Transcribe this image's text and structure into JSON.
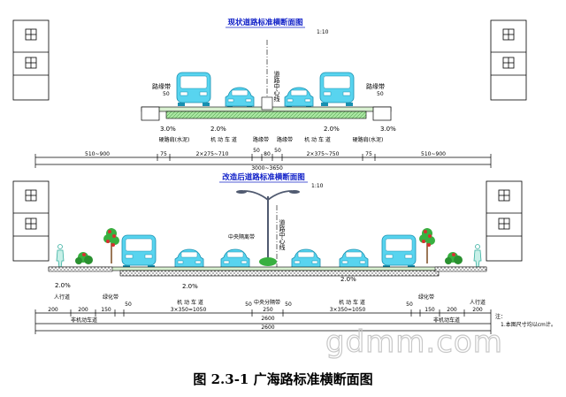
{
  "existing": {
    "title": "现状道路标准横断面图",
    "scale": "1:10",
    "center_label": "道路中心线",
    "curb_left": "路缘带",
    "curb_right": "路缘带",
    "curb_left_dim": "50",
    "curb_right_dim": "50",
    "slopes": [
      "3.0%",
      "2.0%",
      "2.0%",
      "3.0%"
    ],
    "lane_labels": [
      "硬路肩(水泥)",
      "机 动 车 道",
      "路缘带",
      "路缘带",
      "机 动 车 道",
      "硬路肩(水泥)"
    ],
    "dims": [
      "510~900",
      "75",
      "2×275~710",
      "50",
      "80",
      "50",
      "2×375~750",
      "75",
      "510~900"
    ],
    "total_1": "3000~3650"
  },
  "improved": {
    "title": "改造后道路标准横断面图",
    "scale": "1:10",
    "center_label": "道路中心线",
    "median_label": "中央隔离带",
    "slopes": [
      "2.0%",
      "2.0%",
      "2.0%"
    ],
    "upper_labels": [
      "人行道",
      "绿化带",
      "机 动 车 道",
      "中央分隔带",
      "机 动 车 道",
      "绿化带",
      "人行道"
    ],
    "upper_dims": [
      "200",
      "200",
      "150",
      "50",
      "3×350=1050",
      "50",
      "250",
      "50",
      "3×350=1050",
      "50",
      "150",
      "200",
      "200"
    ],
    "lower_labels": [
      "非机动车道",
      "非机动车道"
    ],
    "total_a": "2600",
    "total_b": "2600",
    "note_title": "注：",
    "note_line": "1.本图尺寸均以cm计。"
  },
  "caption": "图 2.3-1  广海路标准横断面图",
  "watermark": "gdmm.com",
  "colors": {
    "vehicle": "#58d4ef",
    "road_fill": "#a8e6a0",
    "title_blue": "#1020c8",
    "tree_red": "#d83030",
    "tree_green": "#38b040"
  }
}
